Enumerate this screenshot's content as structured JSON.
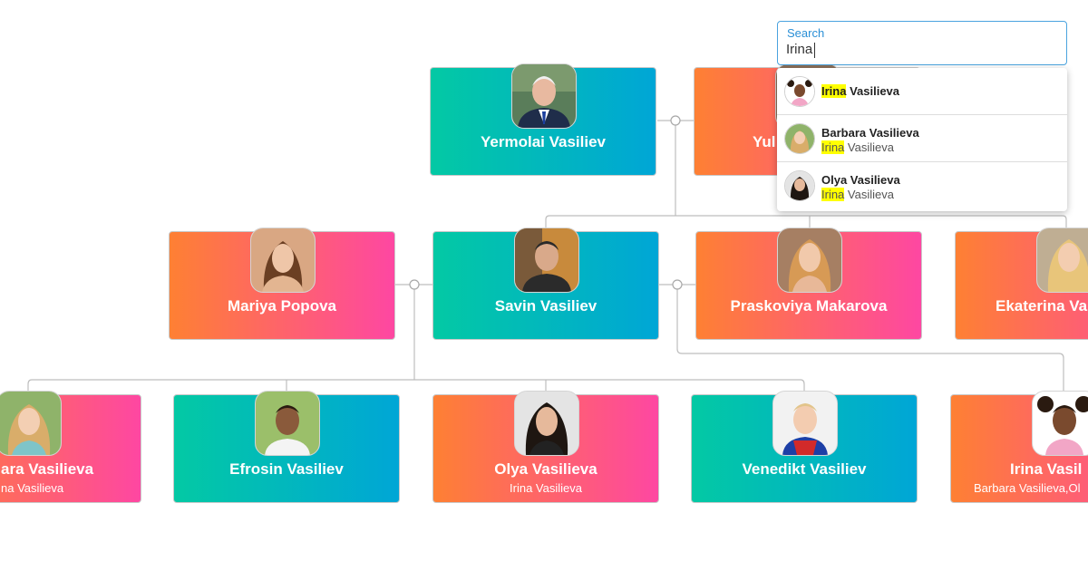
{
  "search": {
    "label": "Search",
    "value": "Irina"
  },
  "nodes": {
    "yermolai": {
      "name": "Yermolai Vasiliev"
    },
    "yulia": {
      "name": "Yul"
    },
    "mariya": {
      "name": "Mariya Popova"
    },
    "savin": {
      "name": "Savin Vasiliev"
    },
    "praskoviya": {
      "name": "Praskoviya Makarova"
    },
    "ekaterina": {
      "name": "Ekaterina Va"
    },
    "barbara": {
      "name": "ara Vasilieva",
      "sub": "na Vasilieva"
    },
    "efrosin": {
      "name": "Efrosin Vasiliev"
    },
    "olya": {
      "name": "Olya Vasilieva",
      "sub": "Irina Vasilieva"
    },
    "venedikt": {
      "name": "Venedikt Vasiliev"
    },
    "irina": {
      "name": "Irina Vasil",
      "sub": "Barbara Vasilieva,Ol"
    }
  },
  "results": [
    {
      "highlight": "Irina",
      "rest": " Vasilieva",
      "sub_highlight": "",
      "sub_rest": ""
    },
    {
      "title": "Barbara Vasilieva",
      "sub_highlight": "Irina",
      "sub_rest": " Vasilieva"
    },
    {
      "title": "Olya Vasilieva",
      "sub_highlight": "Irina",
      "sub_rest": " Vasilieva"
    }
  ],
  "colors": {
    "male_start": "#03c9a4",
    "male_end": "#00a6d6",
    "female_start": "#fe8033",
    "female_end": "#fe47a2",
    "highlight": "#ffff00",
    "search_border": "#4aa3df"
  }
}
